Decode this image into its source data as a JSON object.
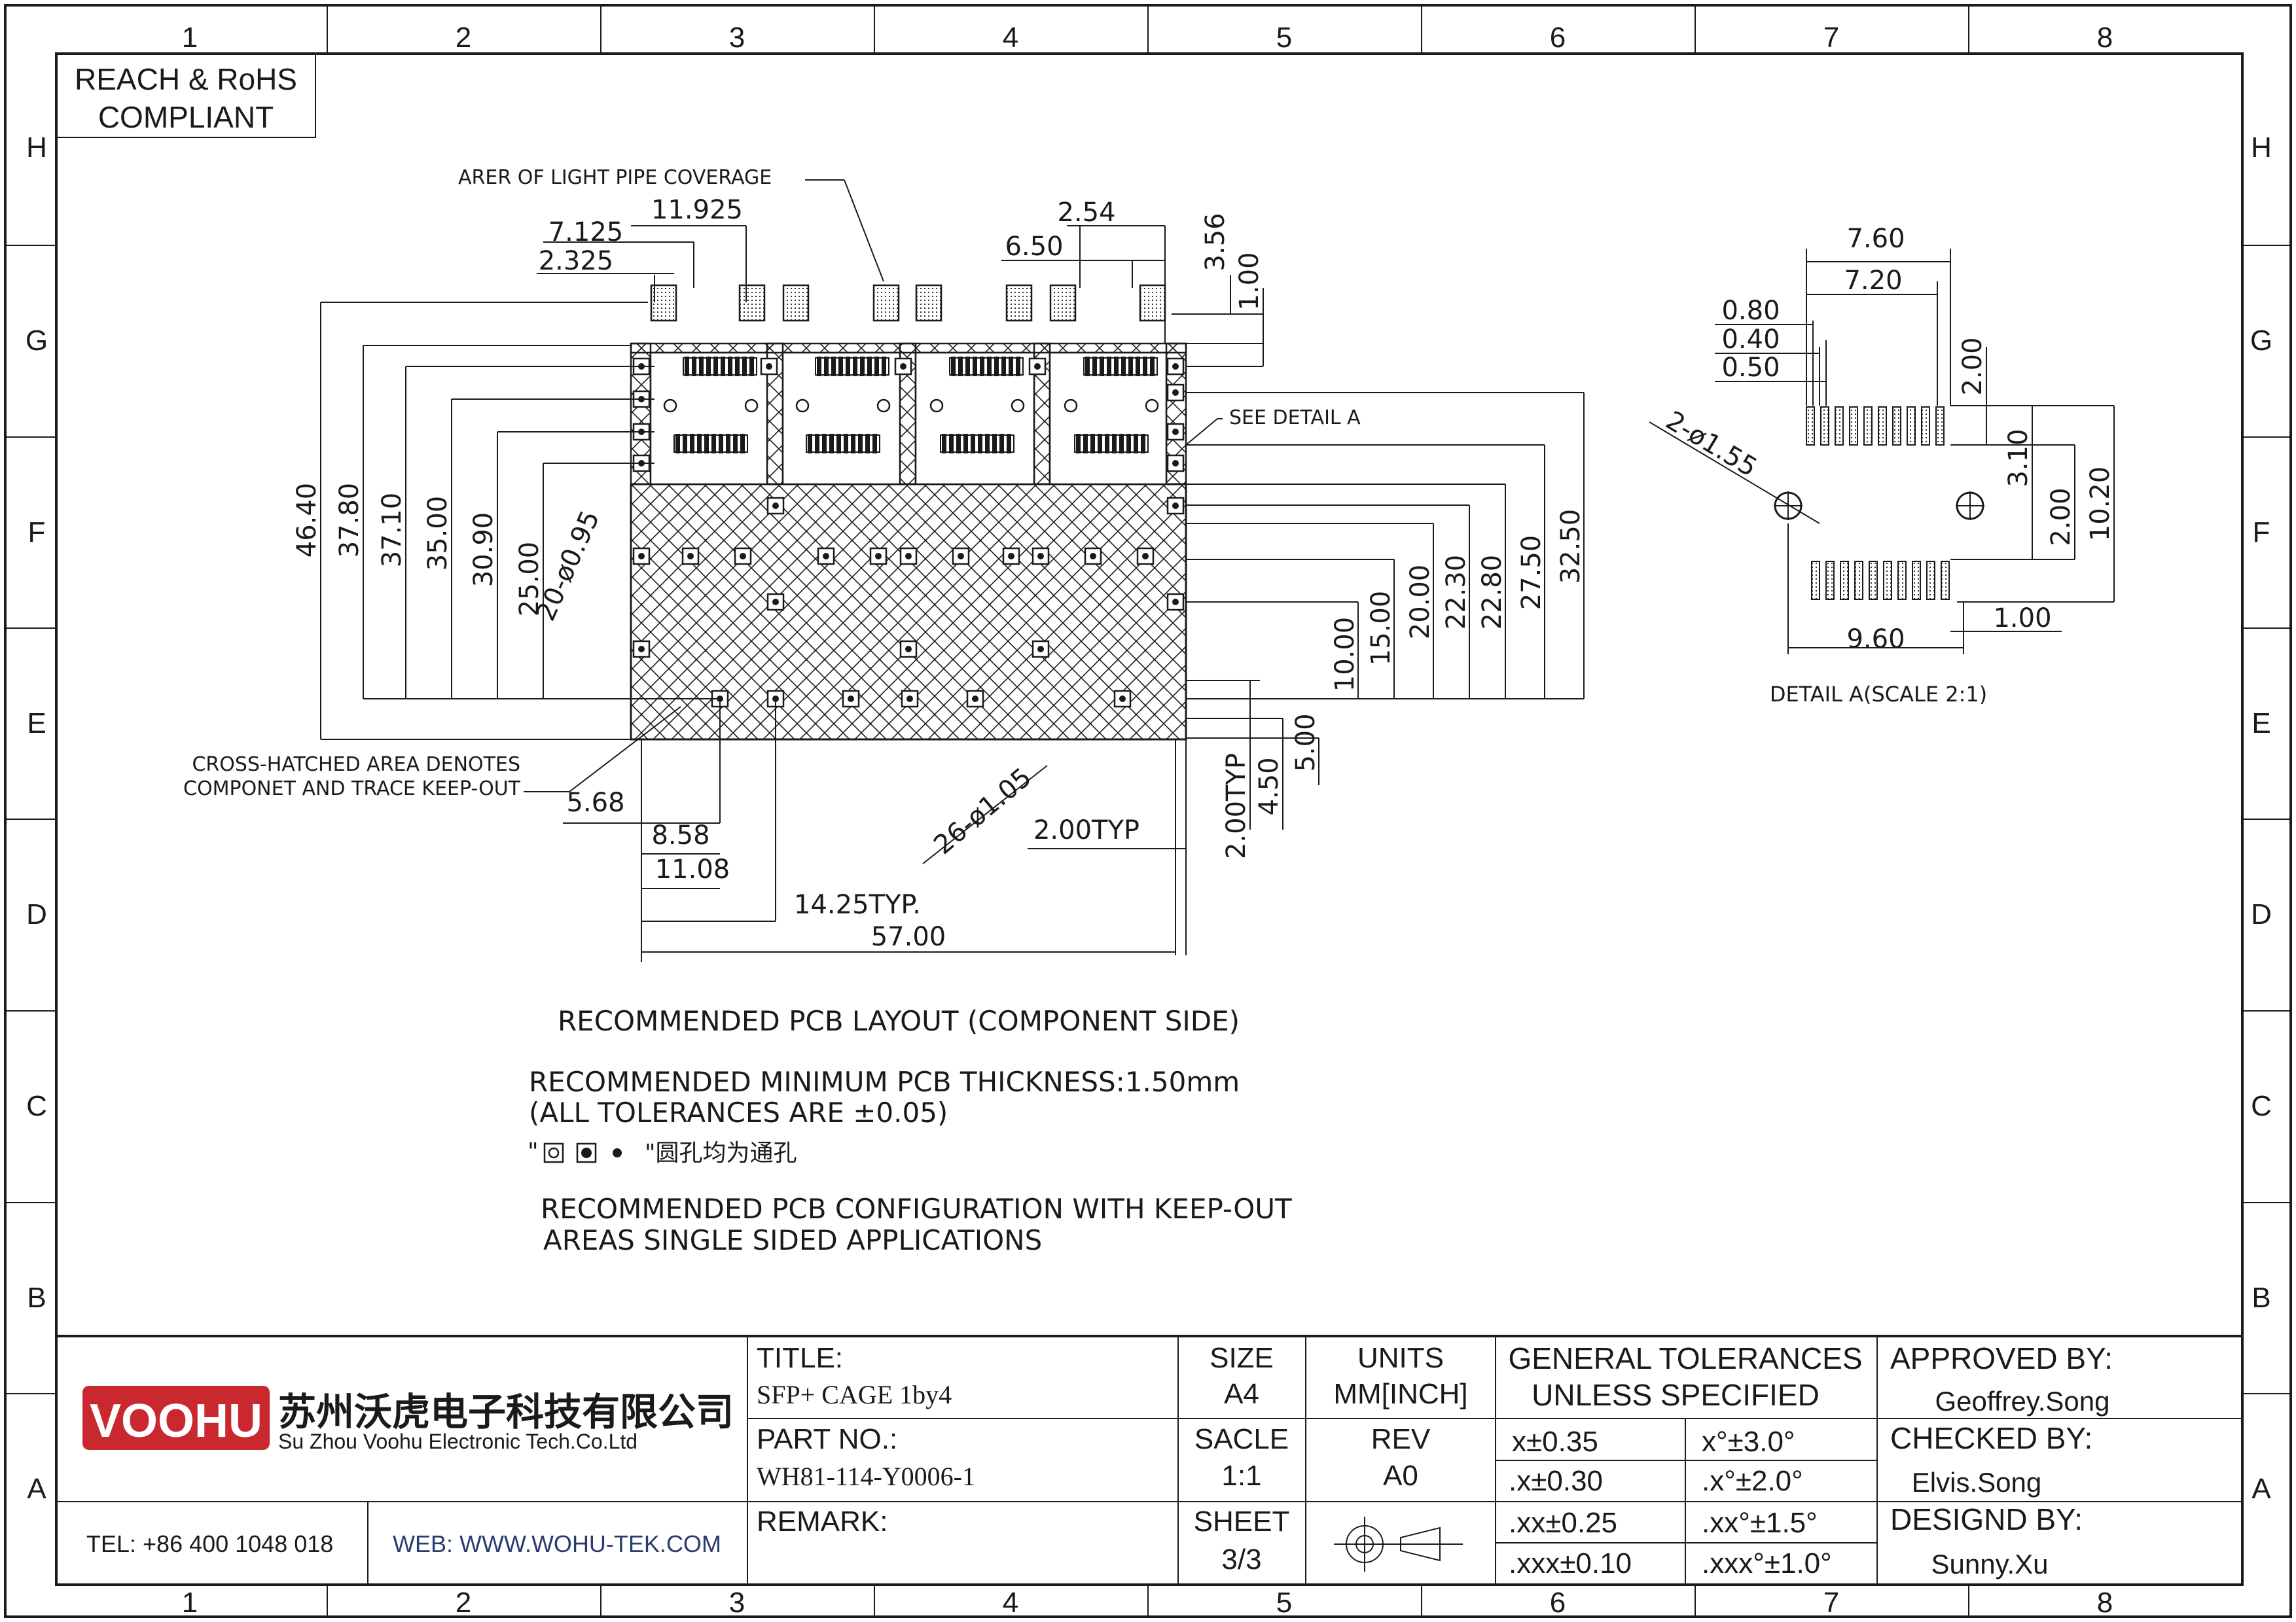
{
  "border": {
    "columns": [
      "1",
      "2",
      "3",
      "4",
      "5",
      "6",
      "7",
      "8"
    ],
    "rows": [
      "H",
      "G",
      "F",
      "E",
      "D",
      "C",
      "B",
      "A"
    ]
  },
  "compliance": {
    "line1": "REACH & RoHS",
    "line2": "COMPLIANT"
  },
  "drawing": {
    "callouts": {
      "light_pipe": "ARER OF LIGHT PIPE COVERAGE",
      "see_detail": "SEE DETAIL A",
      "hatched_1": "CROSS-HATCHED AREA DENOTES",
      "hatched_2": "COMPONET AND TRACE KEEP-OUT"
    },
    "dims_top": [
      "11.925",
      "7.125",
      "2.325",
      "2.54",
      "6.50",
      "3.56",
      "1.00"
    ],
    "dims_left": [
      "46.40",
      "37.80",
      "37.10",
      "35.00",
      "30.90",
      "25.00",
      "20-ø0.95"
    ],
    "dims_right": [
      "10.00",
      "15.00",
      "20.00",
      "22.30",
      "22.80",
      "27.50",
      "32.50"
    ],
    "dims_bottom": [
      "5.68",
      "8.58",
      "11.08",
      "14.25TYP.",
      "57.00",
      "26-ø1.05",
      "2.00TYP",
      "2.00TYP",
      "4.50",
      "5.00"
    ]
  },
  "detail": {
    "dims": [
      "7.60",
      "7.20",
      "0.80",
      "0.40",
      "0.50",
      "2-ø1.55",
      "2.00",
      "3.10",
      "10.20",
      "2.00",
      "9.60",
      "1.00"
    ],
    "caption": "DETAIL A(SCALE 2:1)"
  },
  "notes": {
    "layout": "RECOMMENDED PCB LAYOUT (COMPONENT SIDE)",
    "thickness": "RECOMMENDED MINIMUM PCB THICKNESS:1.50mm",
    "tolerance": "(ALL TOLERANCES ARE ±0.05)",
    "holes_prefix": "\"",
    "holes_text": "\"圆孔均为通孔",
    "config_1": "RECOMMENDED PCB CONFIGURATION WITH KEEP-OUT",
    "config_2": "AREAS SINGLE SIDED APPLICATIONS"
  },
  "title_block": {
    "logo": "VOOHU",
    "company_cn": "苏州沃虎电子科技有限公司",
    "company_en": "Su Zhou Voohu Electronic Tech.Co.Ltd",
    "tel": "TEL: +86 400 1048 018",
    "web": "WEB: WWW.WOHU-TEK.COM",
    "title_label": "TITLE:",
    "title_value": "SFP+ CAGE 1by4",
    "part_label": "PART NO.:",
    "part_value": "WH81-114-Y0006-1",
    "remark_label": "REMARK:",
    "size_label": "SIZE",
    "size_value": "A4",
    "units_label": "UNITS",
    "units_value": "MM[INCH]",
    "scale_label": "SACLE",
    "scale_value": "1:1",
    "rev_label": "REV",
    "rev_value": "A0",
    "sheet_label": "SHEET",
    "sheet_value": "3/3",
    "tol_header_1": "GENERAL TOLERANCES",
    "tol_header_2": "UNLESS SPECIFIED",
    "tolerances": [
      [
        "x±0.35",
        "x°±3.0°"
      ],
      [
        ".x±0.30",
        ".x°±2.0°"
      ],
      [
        ".xx±0.25",
        ".xx°±1.5°"
      ],
      [
        ".xxx±0.10",
        ".xxx°±1.0°"
      ]
    ],
    "approved_label": "APPROVED BY:",
    "approved_value": "Geoffrey.Song",
    "checked_label": "CHECKED BY:",
    "checked_value": "Elvis.Song",
    "design_label": "DESIGND BY:",
    "design_value": "Sunny.Xu"
  },
  "colors": {
    "ink": "#1a1a1a",
    "logo_red": "#c8282e"
  }
}
